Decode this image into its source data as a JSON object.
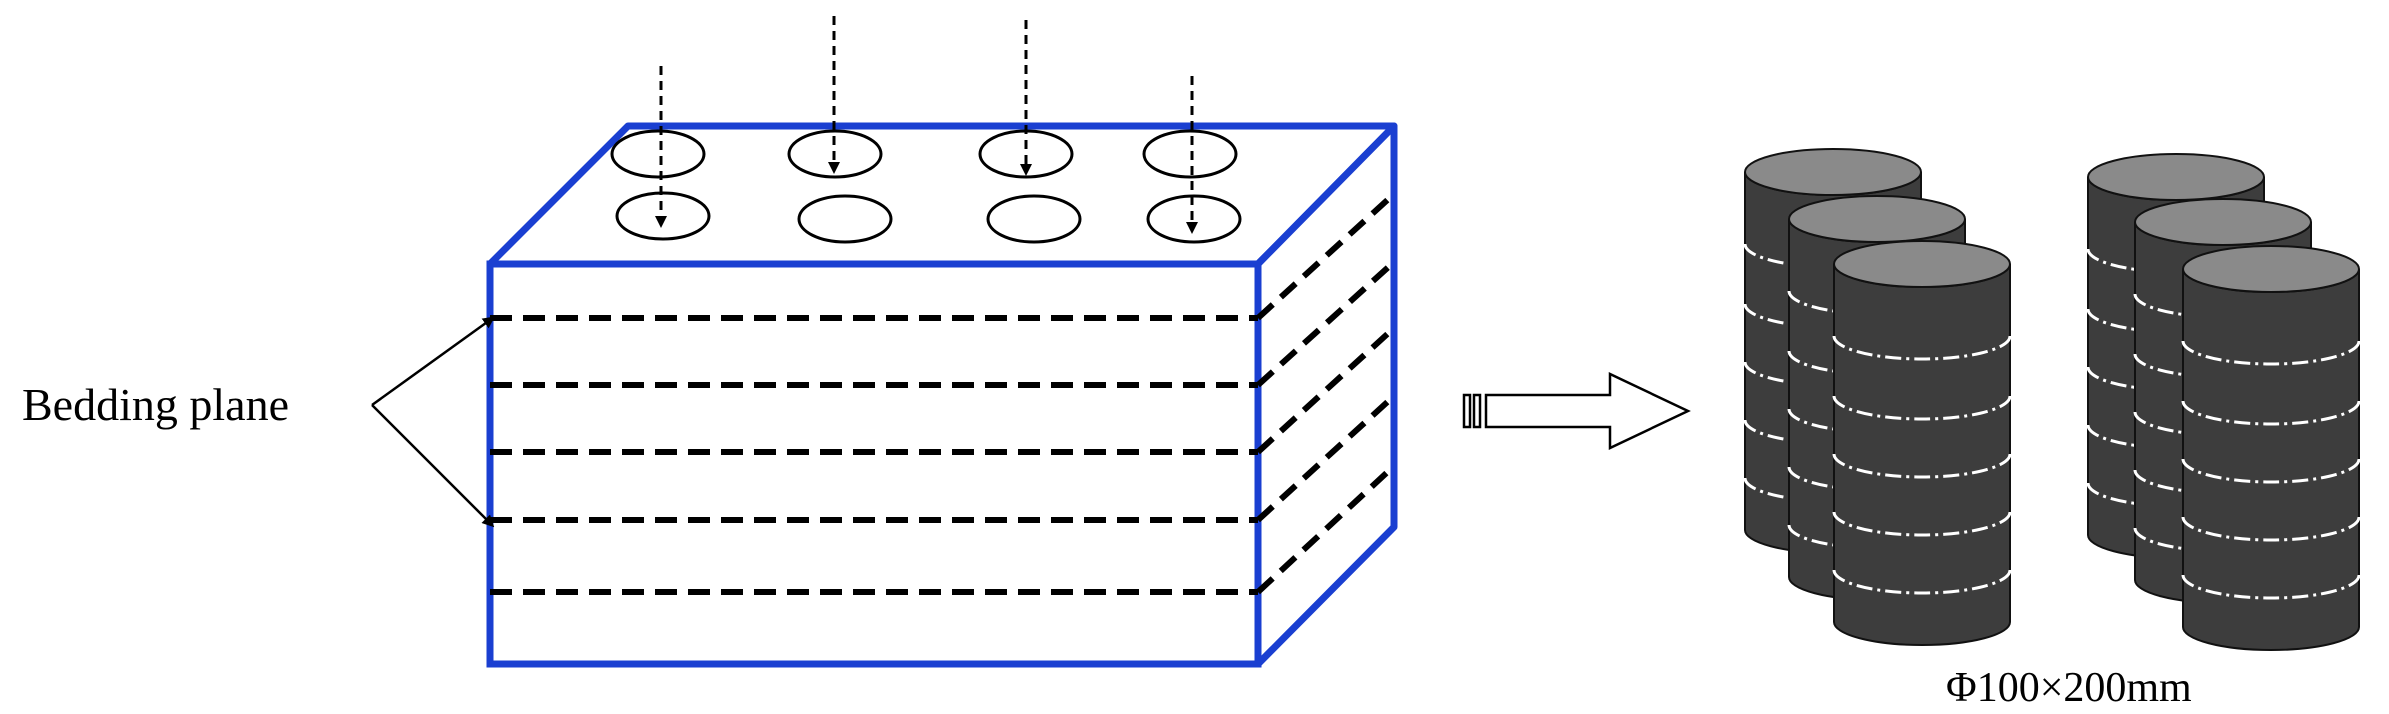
{
  "labels": {
    "bedding_plane": "Bedding plane",
    "dimension": "Φ100×200mm"
  },
  "colors": {
    "block_edge": "#1a3fd1",
    "bedding_line": "#000000",
    "cylinder_body": "#3d3d3d",
    "cylinder_top": "#8a8a8a",
    "cylinder_bedding": "#ffffff"
  },
  "counts": {
    "bedding_planes": 5,
    "core_holes_per_row": 4,
    "core_hole_rows": 2,
    "cylinder_groups": 2,
    "cylinders_per_group": 3
  }
}
